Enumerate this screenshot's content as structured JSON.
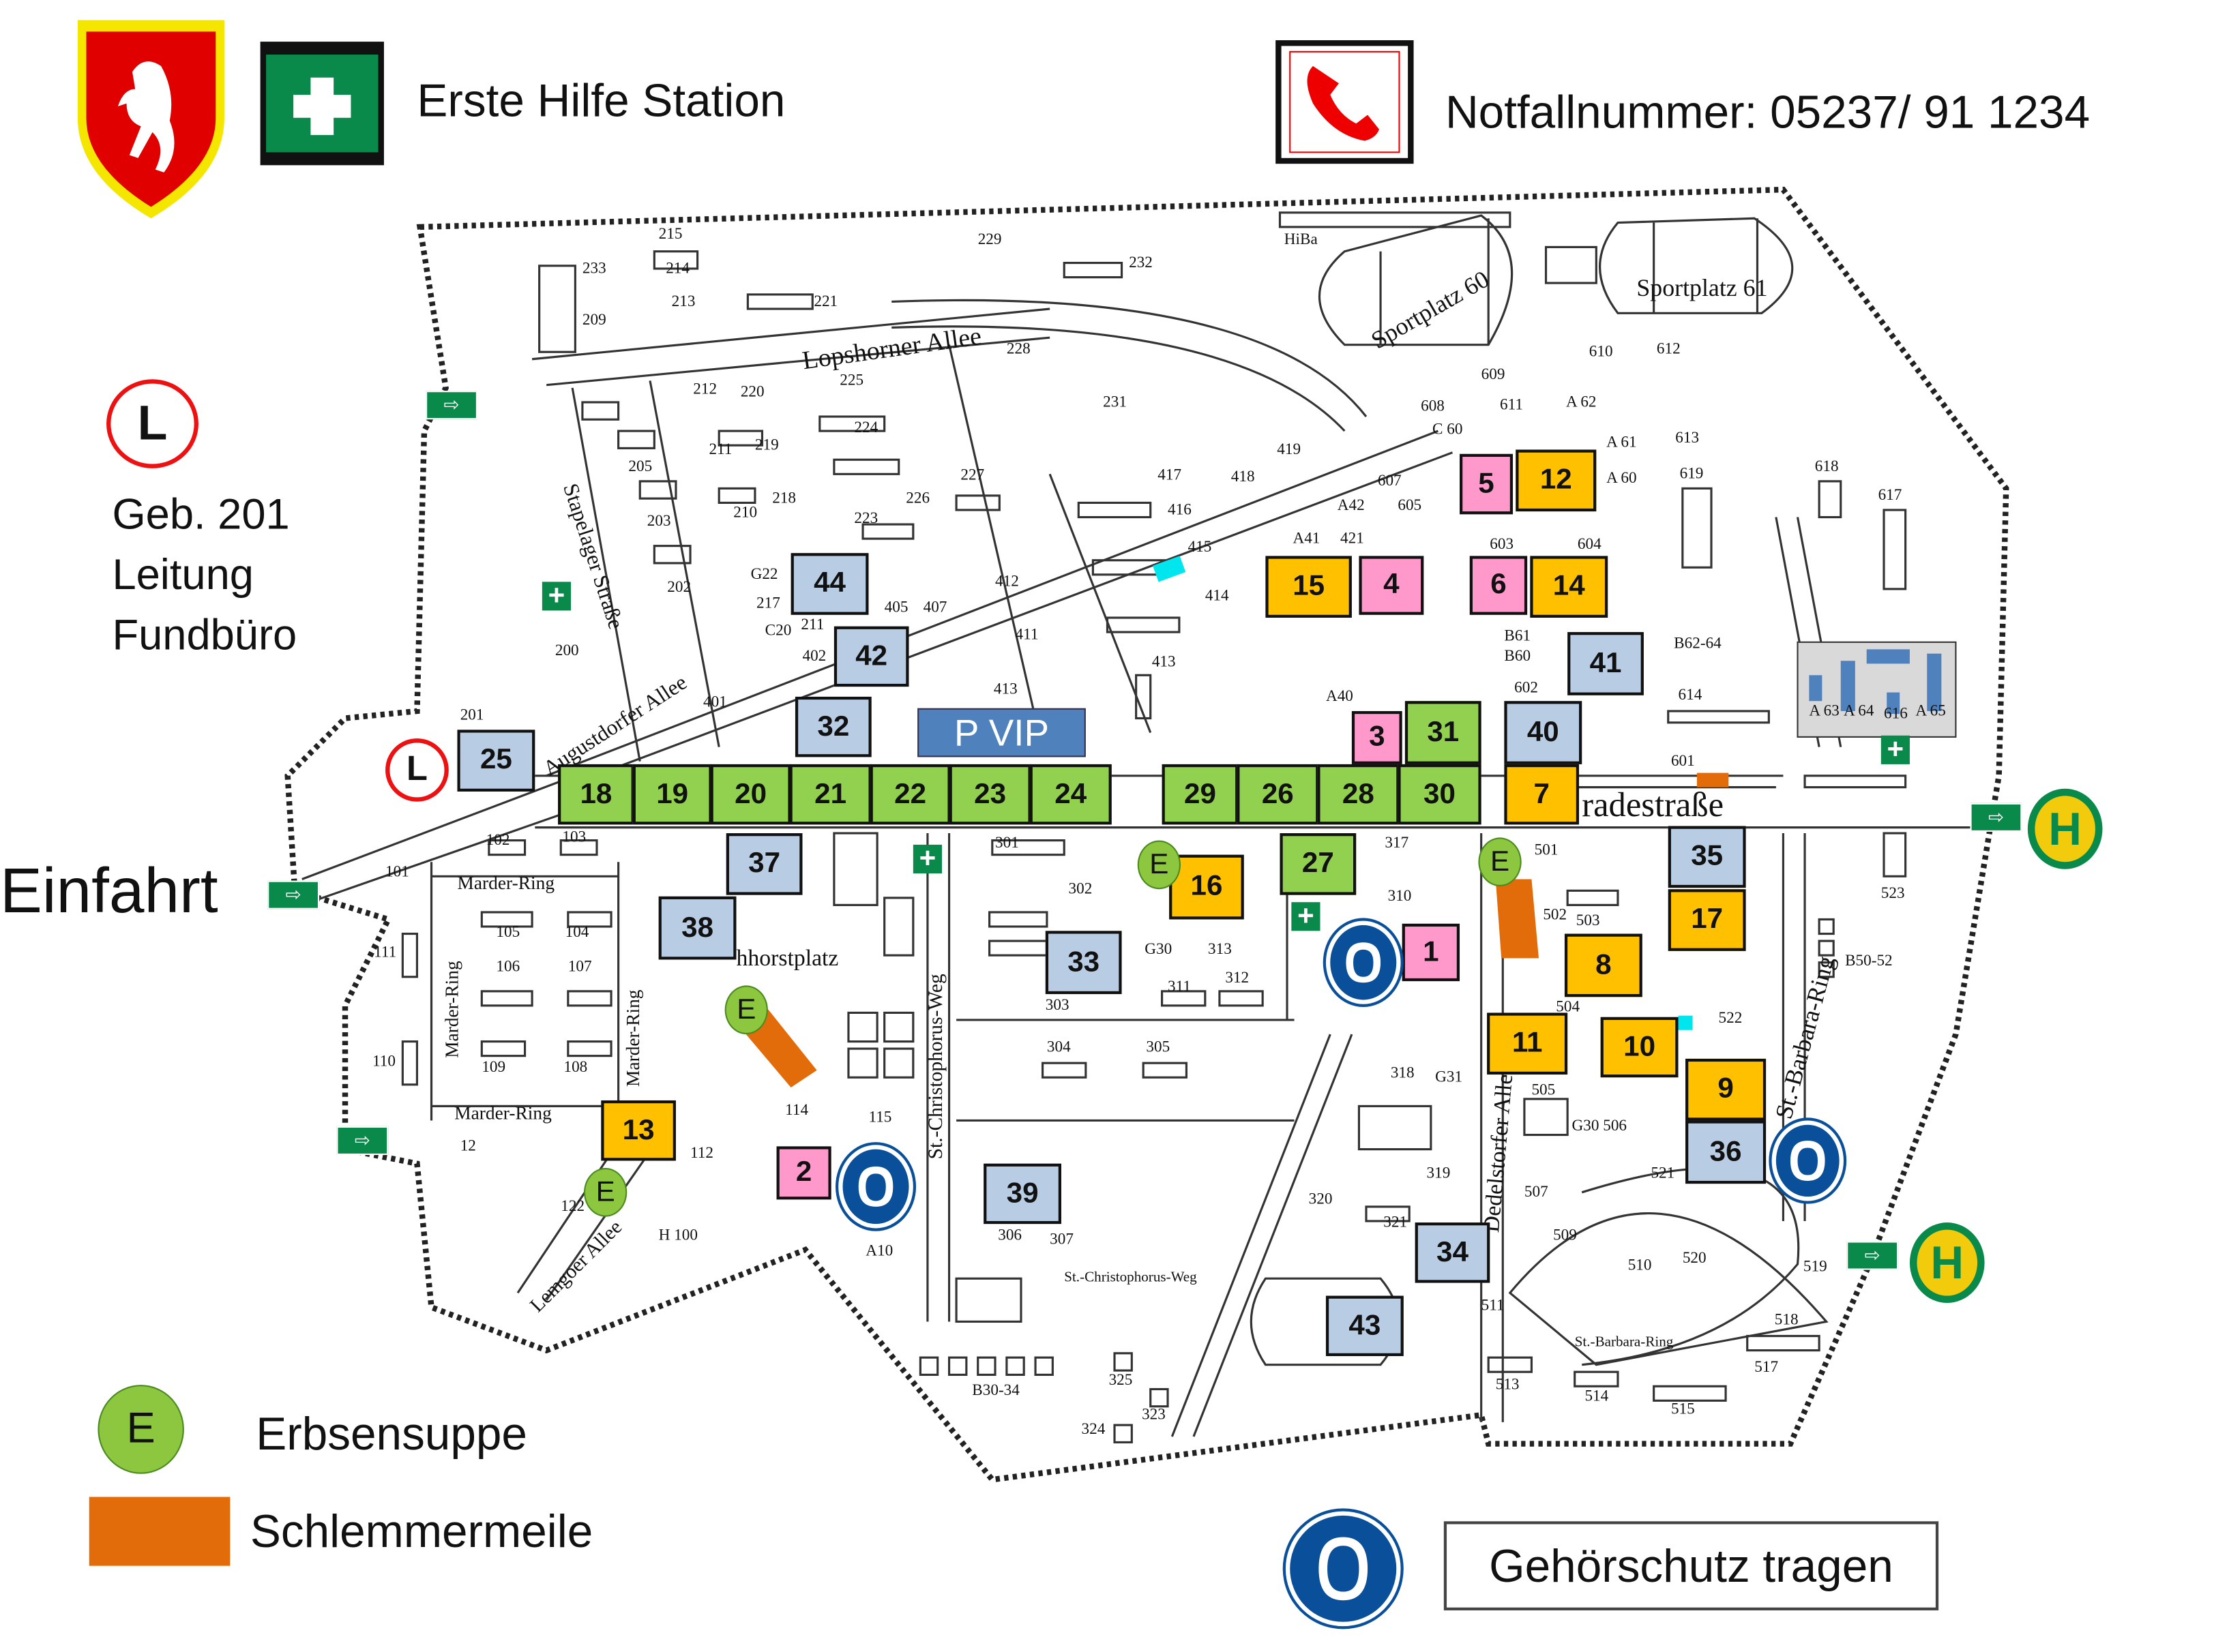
{
  "header": {
    "first_aid_label": "Erste Hilfe Station",
    "emergency_label": "Notfallnummer: 05237/ 91 1234"
  },
  "side_info": {
    "lines": [
      "Geb. 201",
      "Leitung",
      "Fundbüro"
    ],
    "icon_letter": "L",
    "entrance_label": "Einfahrt"
  },
  "colors": {
    "green": "#92d050",
    "blue": "#b8cce4",
    "orange": "#ffc000",
    "pink": "#ff99cc",
    "vip": "#4f81bd",
    "schlemmermeile": "#e36c0a",
    "first_aid_green": "#0a8a4a",
    "ear_blue": "#0a4f9a"
  },
  "vip_label": "P VIP",
  "stands": [
    {
      "n": "18",
      "c": "green"
    },
    {
      "n": "19",
      "c": "green"
    },
    {
      "n": "20",
      "c": "green"
    },
    {
      "n": "21",
      "c": "green"
    },
    {
      "n": "22",
      "c": "green"
    },
    {
      "n": "23",
      "c": "green"
    },
    {
      "n": "24",
      "c": "green"
    },
    {
      "n": "29",
      "c": "green"
    },
    {
      "n": "26",
      "c": "green"
    },
    {
      "n": "28",
      "c": "green"
    },
    {
      "n": "30",
      "c": "green"
    },
    {
      "n": "31",
      "c": "green"
    },
    {
      "n": "27",
      "c": "green"
    },
    {
      "n": "25",
      "c": "blue"
    },
    {
      "n": "32",
      "c": "blue"
    },
    {
      "n": "44",
      "c": "blue"
    },
    {
      "n": "42",
      "c": "blue"
    },
    {
      "n": "40",
      "c": "blue"
    },
    {
      "n": "41",
      "c": "blue"
    },
    {
      "n": "37",
      "c": "blue"
    },
    {
      "n": "38",
      "c": "blue"
    },
    {
      "n": "33",
      "c": "blue"
    },
    {
      "n": "35",
      "c": "blue"
    },
    {
      "n": "36",
      "c": "blue"
    },
    {
      "n": "39",
      "c": "blue"
    },
    {
      "n": "34",
      "c": "blue"
    },
    {
      "n": "43",
      "c": "blue"
    },
    {
      "n": "7",
      "c": "orange"
    },
    {
      "n": "15",
      "c": "orange"
    },
    {
      "n": "14",
      "c": "orange"
    },
    {
      "n": "12",
      "c": "orange"
    },
    {
      "n": "16",
      "c": "orange"
    },
    {
      "n": "17",
      "c": "orange"
    },
    {
      "n": "8",
      "c": "orange"
    },
    {
      "n": "11",
      "c": "orange"
    },
    {
      "n": "10",
      "c": "orange"
    },
    {
      "n": "9",
      "c": "orange"
    },
    {
      "n": "13",
      "c": "orange"
    },
    {
      "n": "3",
      "c": "pink"
    },
    {
      "n": "4",
      "c": "pink"
    },
    {
      "n": "6",
      "c": "pink"
    },
    {
      "n": "5",
      "c": "pink"
    },
    {
      "n": "1",
      "c": "pink"
    },
    {
      "n": "2",
      "c": "pink"
    }
  ],
  "streets": [
    "Lopshorner Allee",
    "Augustdorfer Allee",
    "Stapelager Straße",
    "Marder-Ring",
    "Marder-Ring",
    "Marder-Ring",
    "Marder-Ring",
    "radestraße",
    "St.-Barbara-Ring",
    "Dedelstorfer Allee",
    "St.-Christophorus-Weg",
    "Lemgoer Allee",
    "Sportplatz 60",
    "Sportplatz 61",
    "St.-Barbara-Ring",
    "St.-Christophorus-Weg",
    "hhorstplatz"
  ],
  "buildings": [
    "215",
    "233",
    "214",
    "213",
    "209",
    "229",
    "232",
    "221",
    "228",
    "225",
    "212",
    "220",
    "224",
    "211",
    "219",
    "205",
    "231",
    "203",
    "210",
    "218",
    "223",
    "226",
    "227",
    "202",
    "217",
    "200",
    "G22",
    "C20",
    "211",
    "402",
    "405",
    "407",
    "412",
    "411",
    "413",
    "401",
    "201",
    "102",
    "103",
    "101",
    "111",
    "105",
    "104",
    "106",
    "107",
    "110",
    "109",
    "108",
    "12",
    "122",
    "H 100",
    "114",
    "115",
    "112",
    "A10",
    "301",
    "302",
    "303",
    "311",
    "312",
    "313",
    "G30",
    "310",
    "317",
    "304",
    "305",
    "306",
    "307",
    "318",
    "G31",
    "319",
    "320",
    "321",
    "325",
    "323",
    "324",
    "B30-34",
    "501",
    "502",
    "503",
    "504",
    "505",
    "G30 506",
    "507",
    "509",
    "510",
    "520",
    "511",
    "513",
    "514",
    "515",
    "517",
    "518",
    "519",
    "521",
    "522",
    "523",
    "B50-52",
    "601",
    "602",
    "614",
    "B61",
    "B60",
    "B62-64",
    "A40",
    "A41",
    "421",
    "A42",
    "603",
    "604",
    "605",
    "607",
    "608",
    "C 60",
    "609",
    "611",
    "A 62",
    "A 61",
    "A 60",
    "610",
    "612",
    "613",
    "619",
    "618",
    "617",
    "417",
    "416",
    "415",
    "414",
    "413",
    "418",
    "419",
    "A 63",
    "A 64",
    "616",
    "A 65",
    "HiBa"
  ],
  "legend": {
    "erbsensuppe_letter": "E",
    "erbsensuppe_label": "Erbsensuppe",
    "schlemmermeile_label": "Schlemmermeile",
    "hearing_label": "Gehörschutz tragen"
  },
  "markers": {
    "e_letter": "E",
    "bus_letter": "H",
    "first_aid": "+",
    "exit_glyph": "⇨"
  }
}
